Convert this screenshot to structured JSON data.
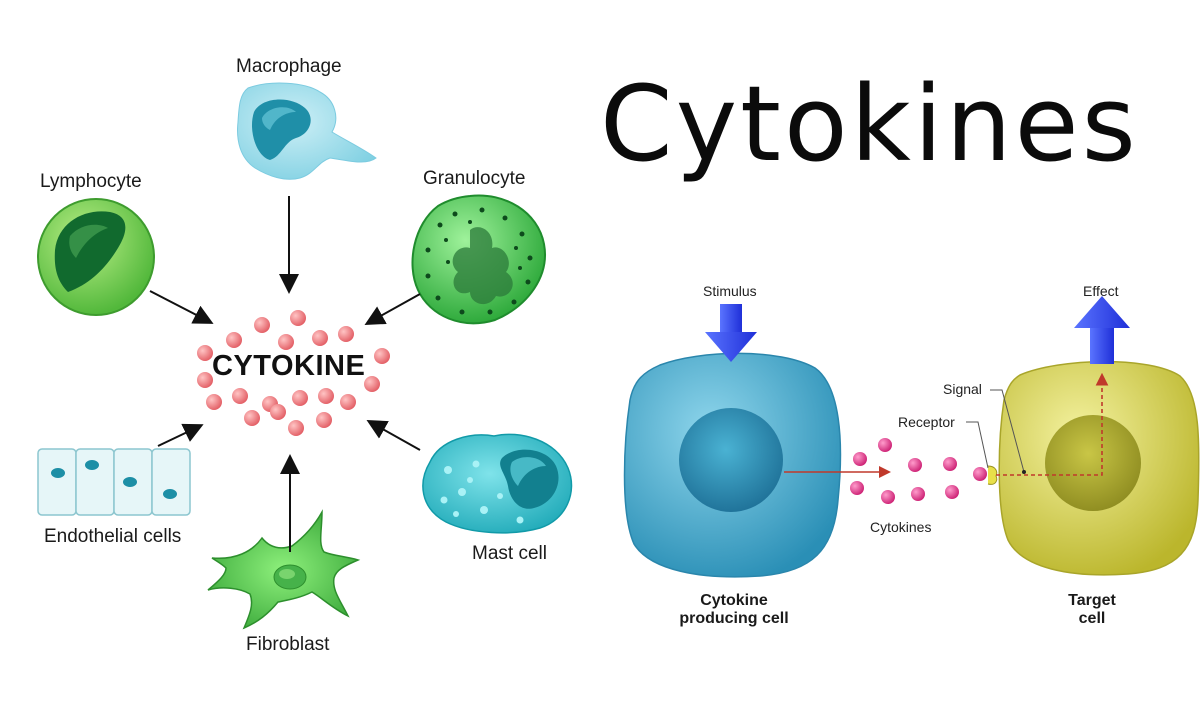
{
  "title": "Cytokines",
  "left_diagram": {
    "center_label": "CYTOKINE",
    "cells": {
      "macrophage": "Macrophage",
      "lymphocyte": "Lymphocyte",
      "granulocyte": "Granulocyte",
      "endothelial": "Endothelial cells",
      "mast": "Mast cell",
      "fibroblast": "Fibroblast"
    }
  },
  "right_diagram": {
    "stimulus": "Stimulus",
    "effect": "Effect",
    "signal": "Signal",
    "receptor": "Receptor",
    "cytokines": "Cytokines",
    "producing_cell_line1": "Cytokine",
    "producing_cell_line2": "producing cell",
    "target_cell_line1": "Target",
    "target_cell_line2": "cell"
  },
  "colors": {
    "cytokine_dot": "#e8686d",
    "cytokine_dot_right": "#d6337e",
    "producing_cell": "#3aa6c9",
    "target_cell": "#d6d64a",
    "arrow_blue": "#2b3fe0"
  }
}
